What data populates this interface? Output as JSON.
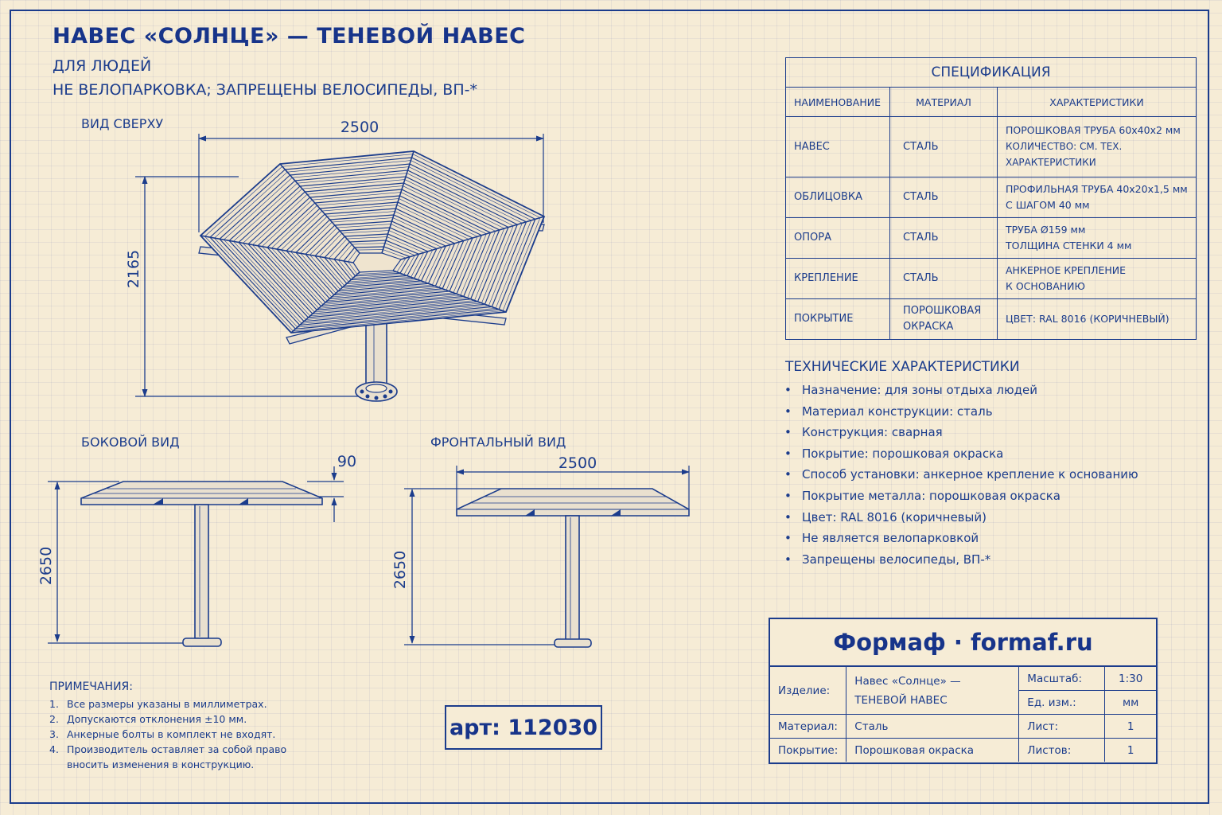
{
  "header": {
    "title": "НАВЕС «СОЛНЦЕ» — ТЕНЕВОЙ НАВЕС",
    "subtitle_1": "ДЛЯ ЛЮДЕЙ",
    "subtitle_2": "НЕ ВЕЛОПАРКОВКА; ЗАПРЕЩЕНЫ ВЕЛОСИПЕДЫ, ВП-*"
  },
  "views": {
    "top": {
      "label": "ВИД СВЕРХУ",
      "width_dim": "2500",
      "height_dim": "2165"
    },
    "side": {
      "label": "БОКОВОЙ ВИД",
      "height_dim": "2650",
      "thickness_dim": "90"
    },
    "front": {
      "label": "ФРОНТАЛЬНЫЙ ВИД",
      "width_dim": "2500",
      "height_dim": "2650"
    }
  },
  "spec": {
    "caption": "СПЕЦИФИКАЦИЯ",
    "headers": [
      "НАИМЕНОВАНИЕ",
      "МАТЕРИАЛ",
      "ХАРАКТЕРИСТИКИ"
    ],
    "rows": [
      {
        "name": "НАВЕС",
        "material": "СТАЛЬ",
        "char_1": "ПОРОШКОВАЯ ТРУБА 60х40х2 мм",
        "char_2": "КОЛИЧЕСТВО: СМ. ТЕХ. ХАРАКТЕРИСТИКИ"
      },
      {
        "name": "ОБЛИЦОВКА",
        "material": "СТАЛЬ",
        "char_1": "ПРОФИЛЬНАЯ ТРУБА 40х20х1,5 мм",
        "char_2": "С ШАГОМ 40 мм"
      },
      {
        "name": "ОПОРА",
        "material": "СТАЛЬ",
        "char_1": "ТРУБА Ø159 мм",
        "char_2": "ТОЛЩИНА СТЕНКИ 4 мм"
      },
      {
        "name": "КРЕПЛЕНИЕ",
        "material": "СТАЛЬ",
        "char_1": "АНКЕРНОЕ КРЕПЛЕНИЕ",
        "char_2": "К ОСНОВАНИЮ"
      },
      {
        "name": "ПОКРЫТИЕ",
        "material_1": "ПОРОШКОВАЯ",
        "material_2": "ОКРАСКА",
        "char_1": "ЦВЕТ: RAL 8016 (КОРИЧНЕВЫЙ)"
      }
    ]
  },
  "tech": {
    "title": "ТЕХНИЧЕСКИЕ ХАРАКТЕРИСТИКИ",
    "items": [
      "Назначение: для зоны отдыха людей",
      "Материал конструкции: сталь",
      "Конструкция: сварная",
      "Покрытие: порошковая окраска",
      "Способ установки: анкерное крепление к основанию",
      "Покрытие металла: порошковая окраска",
      "Цвет: RAL 8016 (коричневый)",
      "Не является велопарковкой",
      "Запрещены велосипеды, ВП-*"
    ]
  },
  "notes": {
    "title": "ПРИМЕЧАНИЯ:",
    "items": [
      {
        "n": "1.",
        "text": "Все размеры указаны в миллиметрах."
      },
      {
        "n": "2.",
        "text": "Допускаются отклонения ±10 мм."
      },
      {
        "n": "3.",
        "text": "Анкерные болты в комплект не входят."
      },
      {
        "n": "4.",
        "text": "Производитель оставляет за собой право",
        "text_2": "вносить изменения в конструкцию."
      }
    ]
  },
  "article": "арт: 112030",
  "title_block": {
    "brand": "Формаф · formaf.ru",
    "product_label": "Изделие:",
    "product_1": "Навес «Солнце» —",
    "product_2": "ТЕНЕВОЙ НАВЕС",
    "scale_label": "Масштаб:",
    "scale": "1:30",
    "unit_label": "Ед. изм.:",
    "unit": "мм",
    "material_label": "Материал:",
    "material": "Сталь",
    "sheet_label": "Лист:",
    "sheet": "1",
    "coating_label": "Покрытие:",
    "coating": "Порошковая окраска",
    "sheets_label": "Листов:",
    "sheets": "1"
  },
  "colors": {
    "ink": "#1b3c8c",
    "paper": "#f6ecd6"
  }
}
